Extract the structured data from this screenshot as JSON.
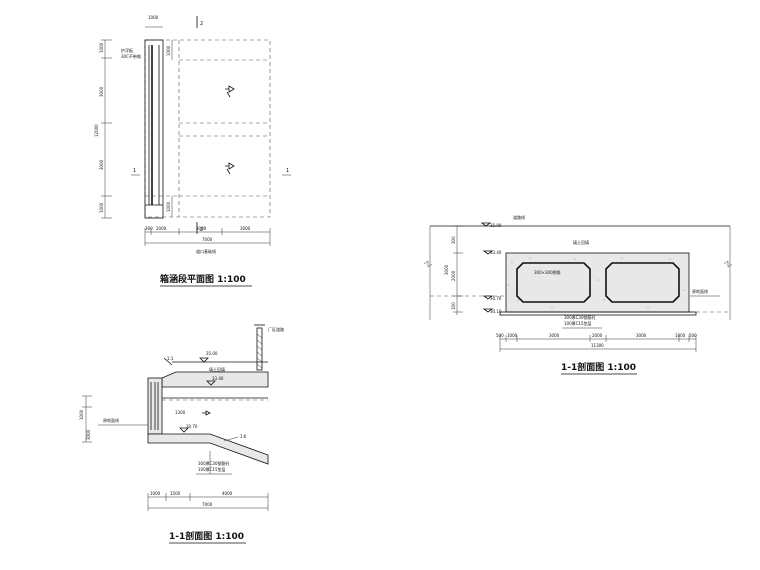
{
  "plan": {
    "title": "箱涵段平面图 1:100",
    "top_dim": "1000",
    "mark_top": "2",
    "mark_bottom": "2",
    "left_label": "1",
    "right_label": "1",
    "side_note_1": "护浮板",
    "side_note_2": "30C不带钢",
    "left_dims": [
      "1000",
      "3000",
      "12000",
      "3000",
      "1000"
    ],
    "right_dims": [
      "1000",
      "1000"
    ],
    "bottom_dims": [
      "300",
      "2000",
      "3000",
      "3000"
    ],
    "total_dim": "7000",
    "bottom_note": "道口基础线"
  },
  "section_left": {
    "title": "1-1剖面图 1:100",
    "gate_label": "厂区道路",
    "ground_label": "原地面线",
    "elev_top": "35.00",
    "elev_mid": "33.40",
    "elev_low": "30.70",
    "fill_label": "填土回填",
    "slope_1": "1:1",
    "slope_2": "1:6",
    "dim_inner": "1300",
    "left_dims": [
      "1000",
      "3000"
    ],
    "bottom_dims": [
      "1000",
      "1500",
      "4000"
    ],
    "total_dim": "7000",
    "note_1": "300厚C30钢筋砼",
    "note_2": "100厚C15垫层"
  },
  "section_right": {
    "title": "1-1剖面图 1:100",
    "road_label": "道路线",
    "ground_label": "原地面线",
    "elev_top": "35.00",
    "elev_2": "33.40",
    "elev_3": "30.70",
    "elev_4": "30.10",
    "fill_label": "填土回填",
    "box_label": "300×300倒角",
    "left_dims": [
      "300",
      "2000",
      "3000",
      "100"
    ],
    "bottom_dims": [
      "500",
      "1000",
      "3000",
      "2000",
      "3000",
      "1000",
      "500"
    ],
    "total_dim": "11300",
    "note_1": "300厚C30钢筋砼",
    "note_2": "100厚C15垫层"
  }
}
